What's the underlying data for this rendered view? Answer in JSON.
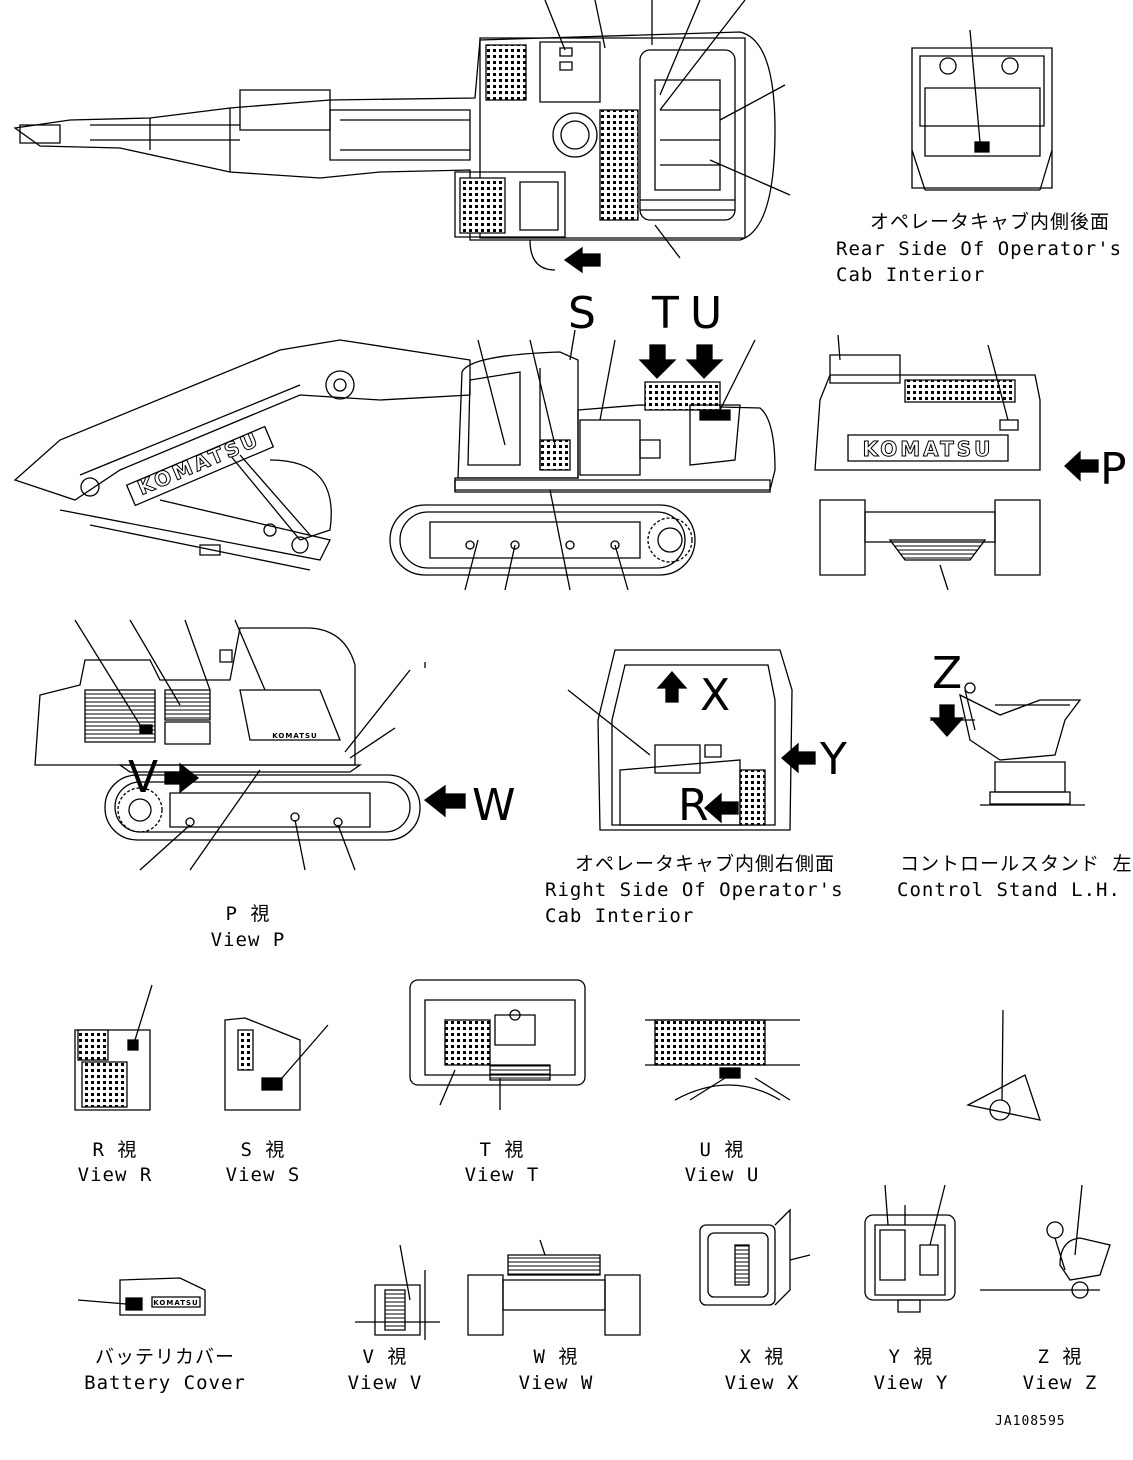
{
  "drawing_code": "JA108595",
  "letters": {
    "S": "S",
    "T": "T",
    "U": "U",
    "P": "P",
    "V": "V",
    "W": "W",
    "X": "X",
    "Y": "Y",
    "R": "R",
    "Z": "Z"
  },
  "brand": "KOMATSU",
  "captions": {
    "rear_cab_jp": "オペレータキャブ内側後面",
    "rear_cab_en1": "Rear Side Of Operator's",
    "rear_cab_en2": "Cab Interior",
    "right_cab_jp": "オペレータキャブ内側右側面",
    "right_cab_en1": "Right Side Of Operator's",
    "right_cab_en2": "Cab Interior",
    "control_stand_jp": "コントロールスタンド 左",
    "control_stand_en": "Control Stand L.H.",
    "view_p_jp": "P 視",
    "view_p_en": "View P",
    "view_r_jp": "R 視",
    "view_r_en": "View R",
    "view_s_jp": "S 視",
    "view_s_en": "View S",
    "view_t_jp": "T 視",
    "view_t_en": "View T",
    "view_u_jp": "U 視",
    "view_u_en": "View U",
    "battery_jp": "バッテリカバー",
    "battery_en": "Battery Cover",
    "view_v_jp": "V 視",
    "view_v_en": "View V",
    "view_w_jp": "W 視",
    "view_w_en": "View W",
    "view_x_jp": "X 視",
    "view_x_en": "View X",
    "view_y_jp": "Y 視",
    "view_y_en": "View Y",
    "view_z_jp": "Z 視",
    "view_z_en": "View Z"
  }
}
